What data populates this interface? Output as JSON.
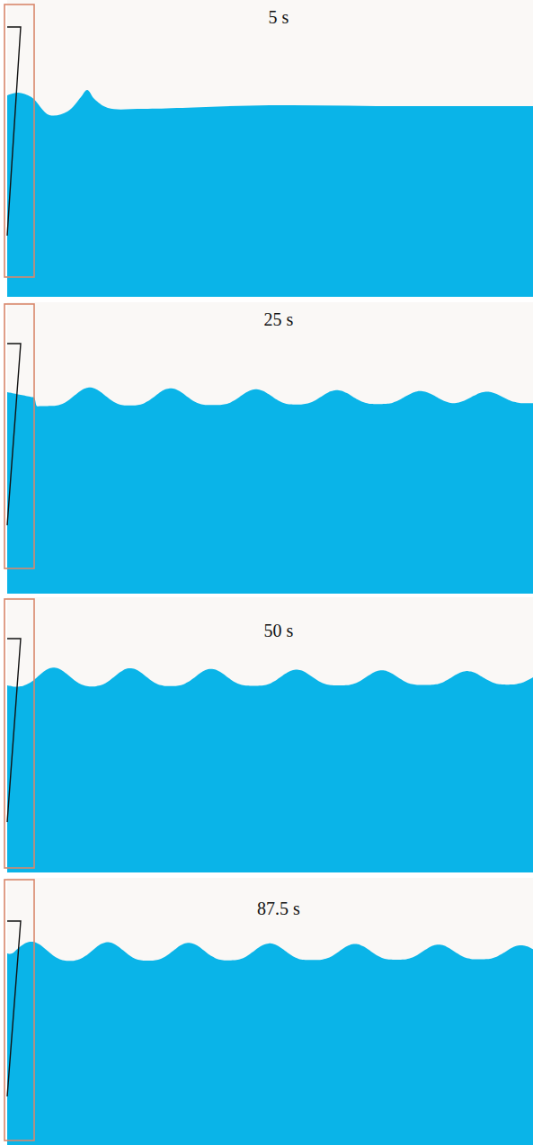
{
  "diagram": {
    "labels": [
      "5 s",
      "25 s",
      "50 s",
      "87.5 s"
    ]
  }
}
